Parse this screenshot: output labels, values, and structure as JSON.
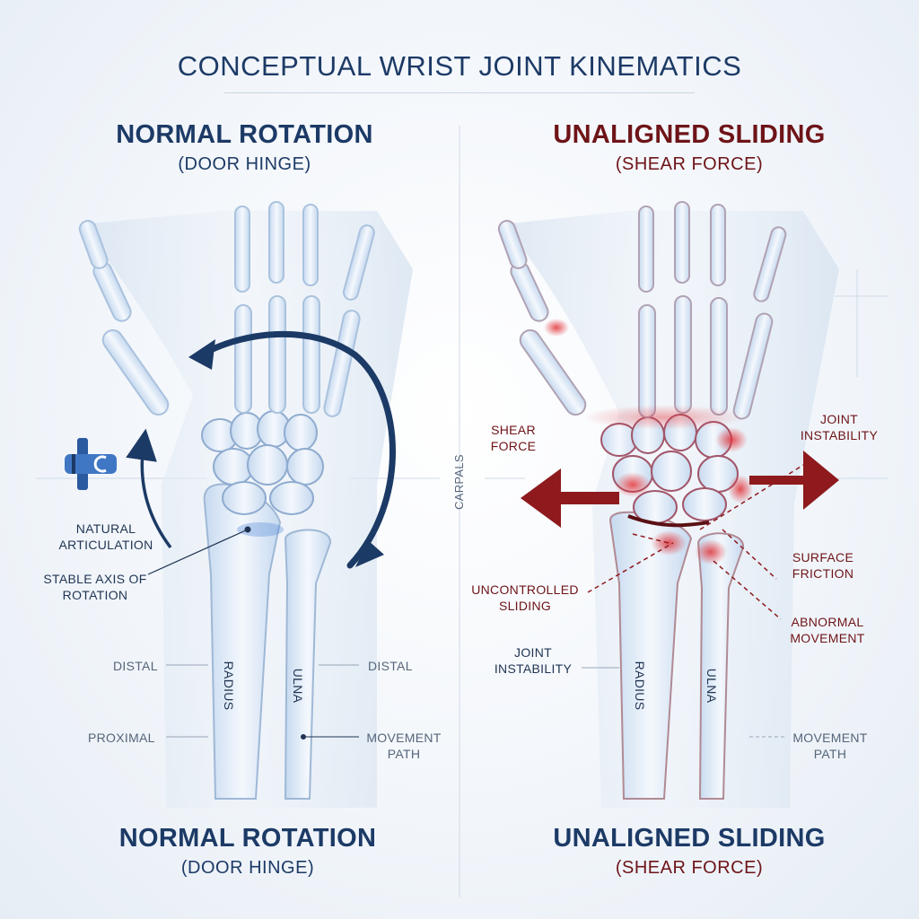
{
  "title": "CONCEPTUAL WRIST JOINT KINEMATICS",
  "left_panel": {
    "title": "NORMAL ROTATION",
    "subtitle": "(DOOR HINGE)",
    "footer_title": "NORMAL ROTATION",
    "footer_subtitle": "(DOOR HINGE)",
    "labels": {
      "natural_articulation": "NATURAL ARTICULATION",
      "stable_axis": "STABLE AXIS OF ROTATION",
      "distal_left": "DISTAL",
      "distal_right": "DISTAL",
      "proximal": "PROXIMAL",
      "movement_path": "MOVEMENT PATH",
      "radius": "RADIUS",
      "ulna": "ULNA"
    }
  },
  "center_label": "CARPALS",
  "right_panel": {
    "title": "UNALIGNED SLIDING",
    "subtitle": "(SHEAR FORCE)",
    "footer_title": "UNALIGNED SLIDING",
    "footer_subtitle": "(SHEAR FORCE)",
    "labels": {
      "shear_force": "SHEAR FORCE",
      "joint_instability_top": "JOINT INSTABILITY",
      "surface_friction": "SURFACE FRICTION",
      "uncontrolled_sliding": "UNCONTROLLED SLIDING",
      "abnormal_movement": "ABNORMAL MOVEMENT",
      "joint_instability_bottom": "JOINT INSTABILITY",
      "movement_path": "MOVEMENT PATH",
      "radius": "RADIUS",
      "ulna": "ULNA"
    }
  },
  "colors": {
    "navy": "#1c3a66",
    "maroon": "#6e1418",
    "bone": "#dfeaf7",
    "bone_edge": "#9fb8d6",
    "arrow_red": "#8e1a1e",
    "highlight_red": "#e2343a"
  }
}
